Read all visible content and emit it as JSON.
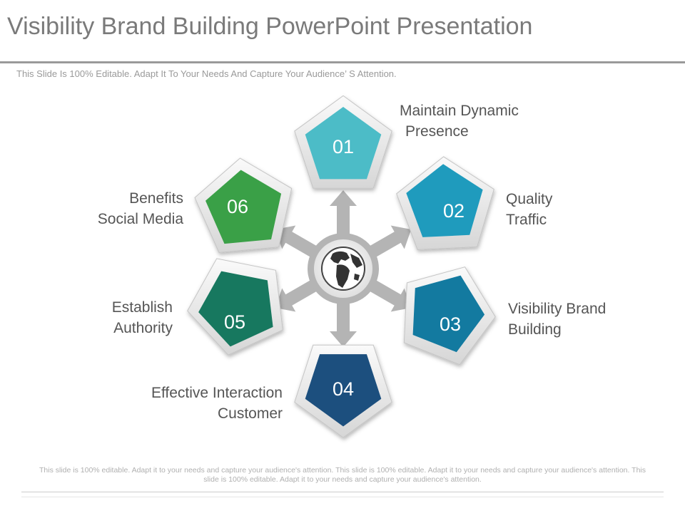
{
  "title": "Visibility Brand Building PowerPoint Presentation",
  "subtitle": "This Slide Is 100% Editable. Adapt It To Your Needs And Capture Your Audience’ S Attention.",
  "footer": "This slide is 100% editable. Adapt it to your needs and capture your audience's attention. This slide is 100% editable. Adapt it to your needs and capture your audience's attention. This slide is 100% editable. Adapt it to your needs and capture your audience's attention.",
  "center_icon": "globe-icon",
  "items": [
    {
      "number": "01",
      "line1": "Maintain Dynamic",
      "line2": "Presence",
      "color": "#4cbcc7"
    },
    {
      "number": "02",
      "line1": "Quality",
      "line2": "Traffic",
      "color": "#1f9bbd"
    },
    {
      "number": "03",
      "line1": "Visibility Brand",
      "line2": "Building",
      "color": "#137aa0"
    },
    {
      "number": "04",
      "line1": "Effective Interaction",
      "line2": "Customer",
      "color": "#1c4f7e"
    },
    {
      "number": "05",
      "line1": "Establish",
      "line2": "Authority",
      "color": "#17785f"
    },
    {
      "number": "06",
      "line1": "Benefits",
      "line2": "Social Media",
      "color": "#3aa047"
    }
  ]
}
